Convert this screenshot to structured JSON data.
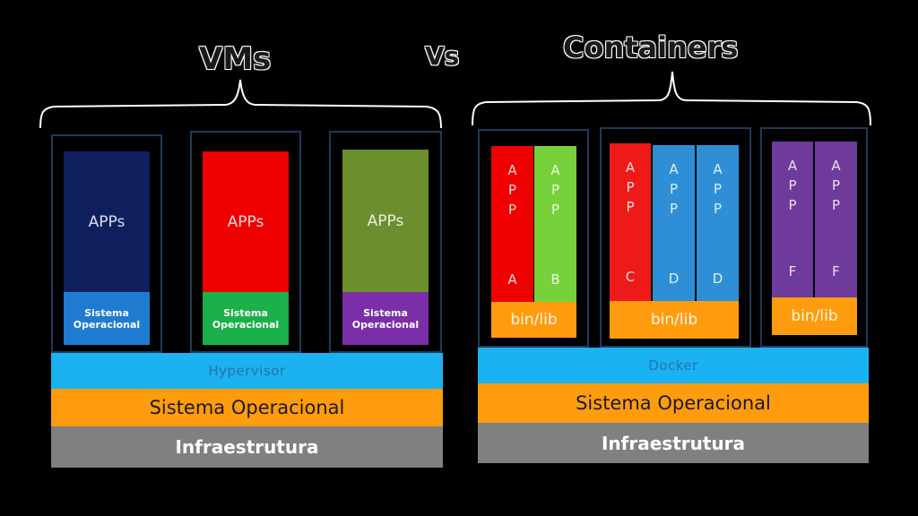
{
  "titles": {
    "vms": "VMs",
    "vs": "Vs",
    "containers": "Containers"
  },
  "vms": {
    "machines": [
      {
        "apps": "APPs",
        "os": "Sistema\nOperacional",
        "apps_color": "#0f1f5e",
        "os_color": "#1e7bd0"
      },
      {
        "apps": "APPs",
        "os": "Sistema\nOperacional",
        "apps_color": "#ee0000",
        "os_color": "#1ab04a"
      },
      {
        "apps": "APPs",
        "os": "Sistema\nOperacional",
        "apps_color": "#6b8e2f",
        "os_color": "#7a2fa8"
      }
    ],
    "hypervisor": "Hypervisor",
    "host_os": "Sistema Operacional",
    "infra": "Infraestrutura"
  },
  "containers": {
    "groups": [
      {
        "binlib": "bin/lib",
        "apps": [
          {
            "letters": [
              "A",
              "P",
              "P"
            ],
            "suffix": "A",
            "color": "#ee0000"
          },
          {
            "letters": [
              "A",
              "P",
              "P"
            ],
            "suffix": "B",
            "color": "#77d13b"
          }
        ]
      },
      {
        "binlib": "bin/lib",
        "apps": [
          {
            "letters": [
              "A",
              "P",
              "P"
            ],
            "suffix": "C",
            "color": "#ee1a1a"
          },
          {
            "letters": [
              "A",
              "P",
              "P"
            ],
            "suffix": "D",
            "color": "#2f8fd6"
          },
          {
            "letters": [
              "A",
              "P",
              "P"
            ],
            "suffix": "D",
            "color": "#2f8fd6"
          }
        ]
      },
      {
        "binlib": "bin/lib",
        "apps": [
          {
            "letters": [
              "A",
              "P",
              "P"
            ],
            "suffix": "F",
            "color": "#6e3a9c"
          },
          {
            "letters": [
              "A",
              "P",
              "P"
            ],
            "suffix": "F",
            "color": "#6e3a9c"
          }
        ]
      }
    ],
    "engine": "Docker",
    "host_os": "Sistema Operacional",
    "infra": "Infraestrutura"
  },
  "colors": {
    "layer_blue": "#1ab2f0",
    "layer_orange": "#ff9c0e",
    "layer_gray": "#808080",
    "binlib_orange": "#ff9c0e",
    "box_border": "#1e3a5c"
  }
}
